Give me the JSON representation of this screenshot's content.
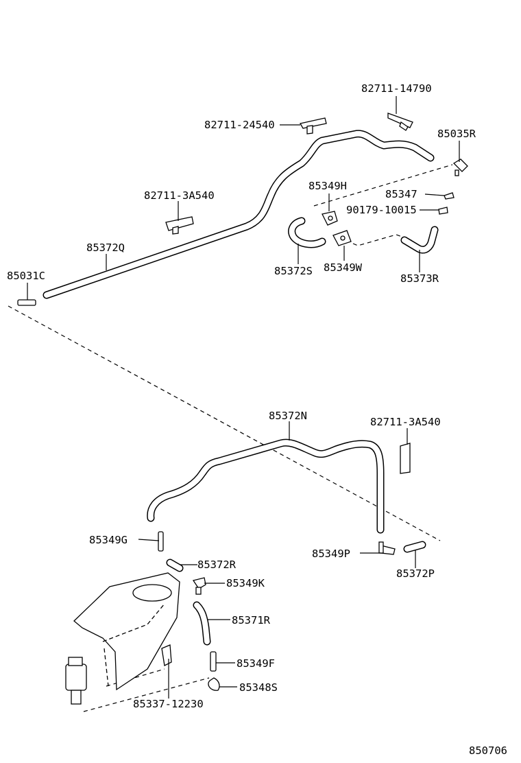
{
  "labels": {
    "p82711_14790": "82711-14790",
    "p82711_24540": "82711-24540",
    "p85035R": "85035R",
    "p85349H": "85349H",
    "p85347": "85347",
    "p90179_10015": "90179-10015",
    "p82711_3A540_top": "82711-3A540",
    "p85372Q": "85372Q",
    "p85031C": "85031C",
    "p85372S": "85372S",
    "p85349W": "85349W",
    "p85373R": "85373R",
    "p85372N": "85372N",
    "p82711_3A540_bot": "82711-3A540",
    "p85349G": "85349G",
    "p85372R": "85372R",
    "p85349K": "85349K",
    "p85371R": "85371R",
    "p85349P": "85349P",
    "p85372P": "85372P",
    "p85349F": "85349F",
    "p85348S": "85348S",
    "p85337_12230": "85337-12230",
    "diagram_code": "850706"
  }
}
